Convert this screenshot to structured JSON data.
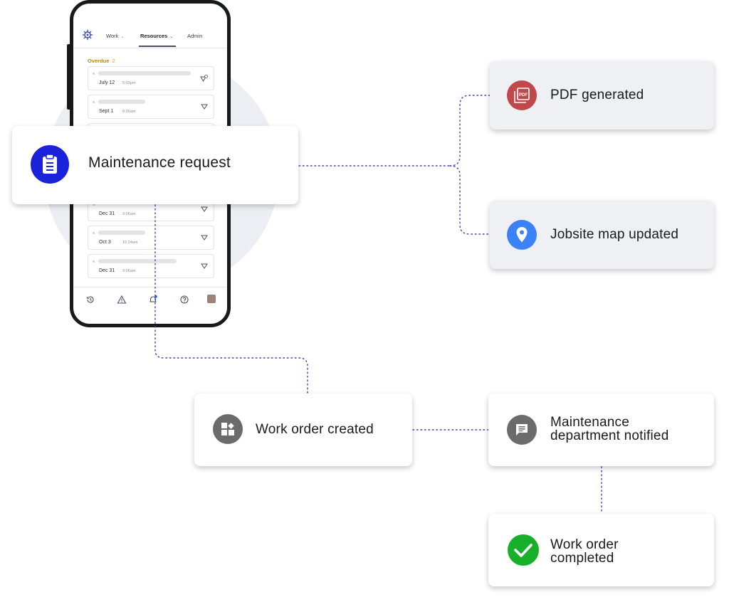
{
  "phone": {
    "tabs": [
      {
        "label": "Work",
        "caret": "⌄"
      },
      {
        "label": "Resources",
        "caret": "⌄"
      },
      {
        "label": "Admin"
      }
    ],
    "overdue_label": "Overdue",
    "overdue_count": "2",
    "rows": [
      {
        "date": "July 12",
        "time": "5:03pm",
        "flag_icon": "flag-check-icon"
      },
      {
        "date": "Sept 1",
        "time": "8:35am",
        "flag_icon": "flag-icon"
      },
      {
        "date": "Dec 31",
        "time": "9:06am",
        "flag_icon": "flag-icon"
      },
      {
        "date": "Oct 3",
        "time": "10:24am",
        "flag_icon": "flag-icon"
      },
      {
        "date": "Dec 31",
        "time": "9:06am",
        "flag_icon": "flag-icon"
      }
    ],
    "bottom_nav": [
      "history-icon",
      "warning-icon",
      "notification-bell-icon",
      "help-icon",
      "avatar"
    ]
  },
  "nodes": {
    "maintenance_request": {
      "label": "Maintenance request",
      "icon": "clipboard-icon",
      "color": "#1a23d9"
    },
    "pdf_generated": {
      "label": "PDF generated",
      "icon": "pdf-icon",
      "icon_text": "PDF",
      "color": "#c0474a"
    },
    "jobsite_map": {
      "label": "Jobsite map updated",
      "icon": "map-pin-icon",
      "color": "#3b82f6"
    },
    "work_order_created": {
      "label": "Work order created",
      "icon": "apps-icon",
      "color": "#6b6b6b"
    },
    "maintenance_notified": {
      "label_line1": "Maintenance",
      "label_line2": "department notified",
      "icon": "message-icon",
      "color": "#6b6b6b"
    },
    "work_order_completed": {
      "label_line1": "Work order",
      "label_line2": "completed",
      "icon": "check-icon",
      "color": "#18b02a"
    }
  },
  "connector_color": "#3b3fb8"
}
